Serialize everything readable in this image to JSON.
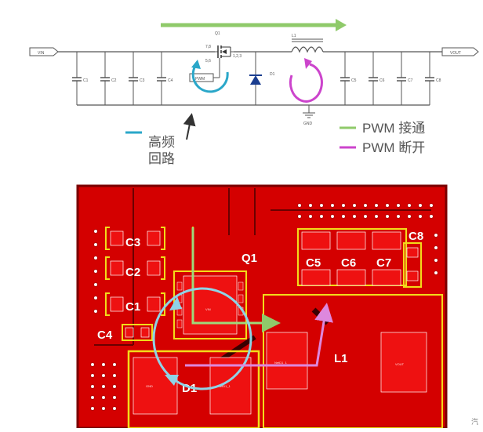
{
  "schematic": {
    "vin_label": "VIN",
    "vout_label": "VOUT",
    "q1_label": "Q1",
    "q1_pins_top": "7,8",
    "q1_pins_left": "5,6",
    "q1_pins_right": "1,2,3",
    "l1_label": "L1",
    "d1_label": "D1",
    "pwm_label": "PWM",
    "gnd_label": "GND",
    "input_caps": [
      "C1",
      "C2",
      "C3",
      "C4"
    ],
    "output_caps": [
      "C5",
      "C6",
      "C7",
      "C8"
    ],
    "colors": {
      "hf_loop": "#2aa7c9",
      "pwm_on": "#8fca6a",
      "pwm_off": "#cc44cc",
      "wire": "#555555"
    }
  },
  "legend": {
    "hf_loop_label_line1": "高频",
    "hf_loop_label_line2": "回路",
    "pwm_on_label": "PWM 接通",
    "pwm_off_label": "PWM 断开"
  },
  "pcb": {
    "component_labels": [
      "C3",
      "C2",
      "C1",
      "C4",
      "Q1",
      "C5",
      "C6",
      "C7",
      "C8",
      "L1",
      "D1"
    ],
    "pad_texts": {
      "q1": "VIN",
      "gnd": "GND",
      "nd1": "NetD1_1",
      "nd1_b": "NetD1_1",
      "vout": "VOUT"
    },
    "colors": {
      "board": "#d40000",
      "copper": "#ee1111",
      "silk": "#f2dc1a",
      "dark": "#6a0000"
    }
  },
  "watermark": "汽"
}
